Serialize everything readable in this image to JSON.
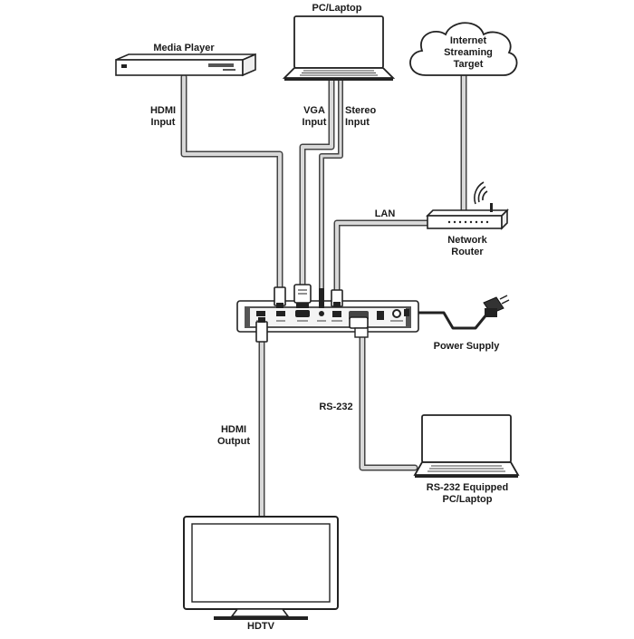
{
  "devices": {
    "media_player": "Media Player",
    "pc_laptop": "PC/Laptop",
    "internet_line1": "Internet",
    "internet_line2": "Streaming",
    "internet_line3": "Target",
    "router_line1": "Network",
    "router_line2": "Router",
    "power_supply": "Power Supply",
    "rs232_pc_line1": "RS-232 Equipped",
    "rs232_pc_line2": "PC/Laptop",
    "hdtv": "HDTV"
  },
  "connections": {
    "hdmi_in_line1": "HDMI",
    "hdmi_in_line2": "Input",
    "vga_in_line1": "VGA",
    "vga_in_line2": "Input",
    "stereo_in_line1": "Stereo",
    "stereo_in_line2": "Input",
    "lan": "LAN",
    "rs232": "RS-232",
    "hdmi_out_line1": "HDMI",
    "hdmi_out_line2": "Output"
  }
}
